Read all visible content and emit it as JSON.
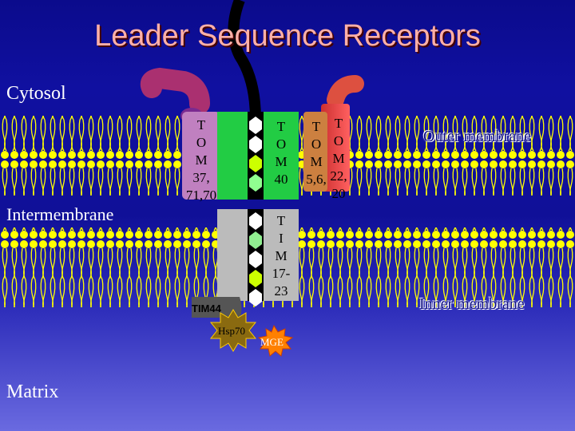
{
  "title": "Leader Sequence Receptors",
  "regions": {
    "cytosol": "Cytosol",
    "intermembrane": "Intermembrane",
    "matrix": "Matrix"
  },
  "membranes": {
    "outer": "Outer membrane",
    "inner": "Inner membrane"
  },
  "complexes": {
    "tom_37_70": "T\nO\nM\n37,\n71,70",
    "tom_40": "T\nO\nM\n40",
    "tom_5_6": "T\nO\nM\n5,6,",
    "tom_22_20": "T\nO\nM\n22,\n20",
    "tim_17_23": "T\nI\nM\n17-\n23",
    "tim44": "TIM44",
    "hsp70": "Hsp70",
    "mge": "MGE"
  },
  "colors": {
    "background": "#1010a0",
    "membrane_yellow": "#ffff00",
    "tom_green": "#22cc44",
    "tim_gray": "#bbbbbb",
    "receptor_purple": "#a03080",
    "title_pink": "#ffb0a8"
  }
}
